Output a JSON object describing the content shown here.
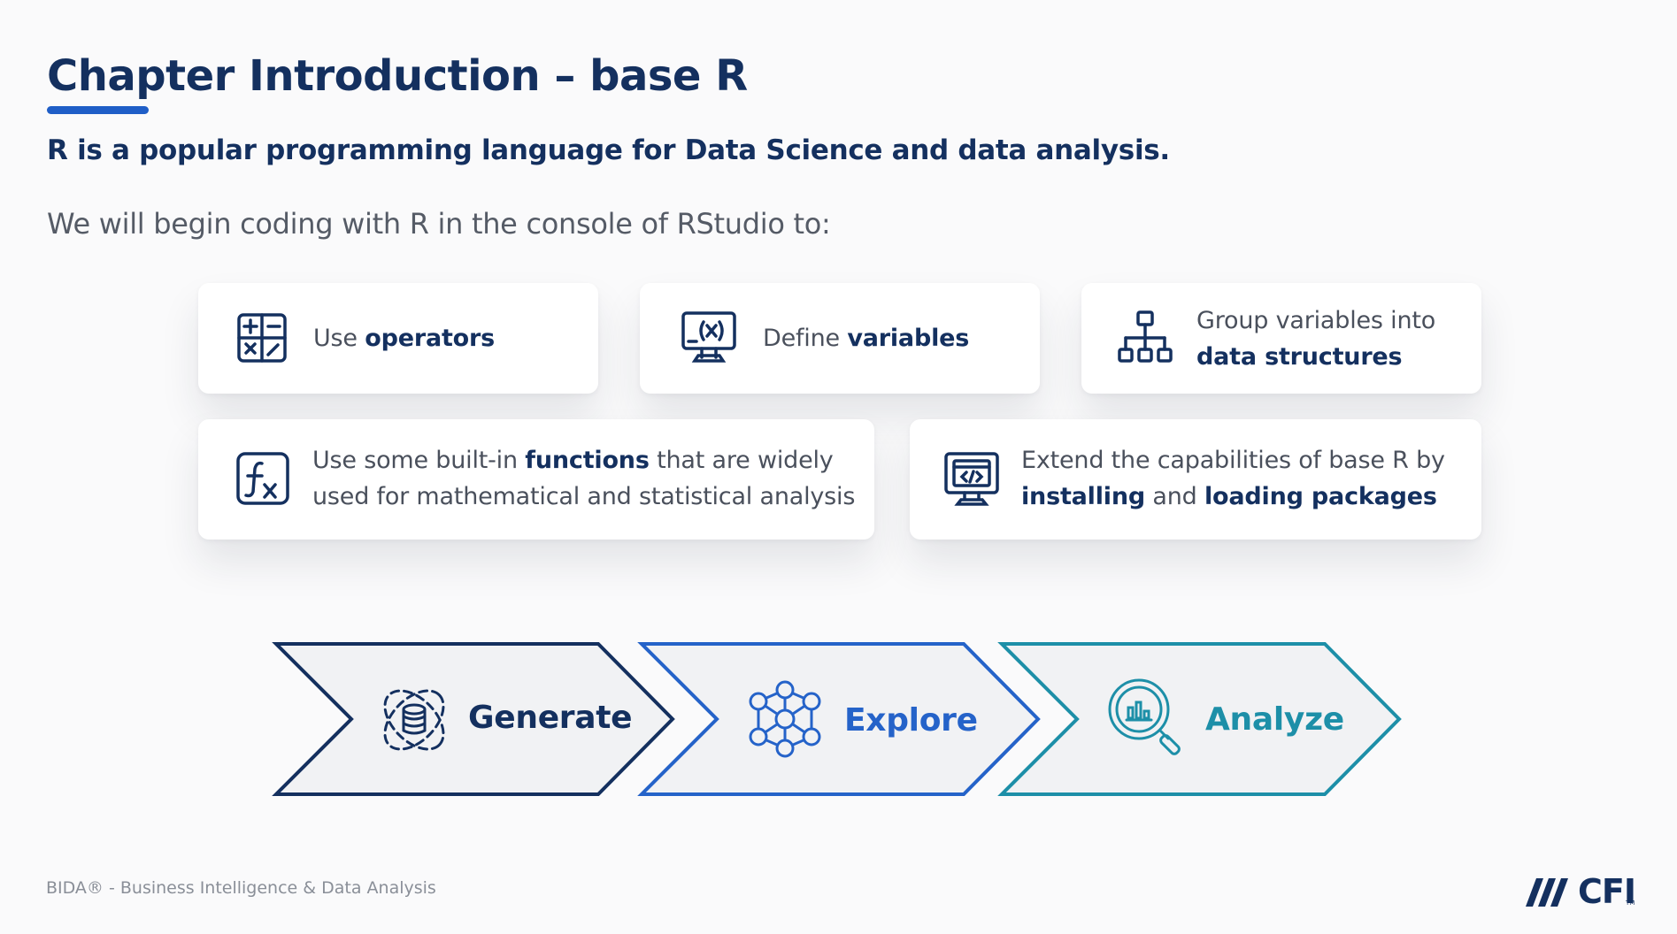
{
  "header": {
    "title": "Chapter Introduction – base R",
    "subtitle": "R is a popular programming language for Data Science and data analysis.",
    "intro": "We will begin coding with R in the console of RStudio to:"
  },
  "cards": [
    {
      "icon": "calculator-icon",
      "pre": "Use ",
      "bold": "operators"
    },
    {
      "icon": "variable-monitor-icon",
      "pre": "Define ",
      "bold": "variables"
    },
    {
      "icon": "hierarchy-icon",
      "line1": "Group variables into",
      "bold": "data structures"
    },
    {
      "icon": "function-icon",
      "pre": "Use some built-in ",
      "bold": "functions",
      "post": " that are widely",
      "line2": "used for mathematical and statistical analysis"
    },
    {
      "icon": "code-monitor-icon",
      "line1": "Extend the capabilities of base R by",
      "bold1": "installing",
      "mid": " and ",
      "bold2": "loading packages"
    }
  ],
  "steps": [
    {
      "label": "Generate",
      "icon": "database-orbit-icon",
      "color": "#14305f"
    },
    {
      "label": "Explore",
      "icon": "network-icon",
      "color": "#2563c9"
    },
    {
      "label": "Analyze",
      "icon": "magnifier-chart-icon",
      "color": "#1d8fa8"
    }
  ],
  "footer": {
    "text": "BIDA® - Business Intelligence & Data Analysis",
    "logo": "CFI",
    "trademark": "TM"
  }
}
